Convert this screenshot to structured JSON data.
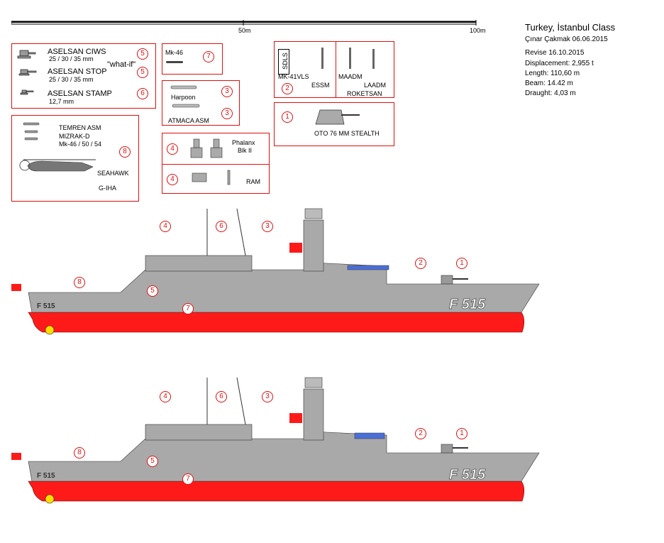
{
  "scale": {
    "mid_label": "50m",
    "end_label": "100m"
  },
  "info": {
    "title": "Turkey, İstanbul Class",
    "author": "Çınar Çakmak 06.06.2015",
    "revise": "Revise 16.10.2015",
    "displacement": "Displacement: 2,955 t",
    "length": "Length: 110,60 m",
    "beam": "Beam: 14.42 m",
    "draught": "Draught: 4,03 m"
  },
  "legend": {
    "guns": {
      "aselsan_ciws": "ASELSAN CIWS",
      "ciws_cal": "25 / 30 / 35 mm",
      "aselsan_stop": "ASELSAN STOP",
      "stop_cal": "25 / 30 / 35 mm",
      "aselsan_stamp": "ASELSAN STAMP",
      "stamp_cal": "12,7 mm",
      "whatif": "\"what-if\"",
      "n_ciws": "5",
      "n_stop": "5",
      "n_stamp": "6"
    },
    "mk46": {
      "label": "Mk-46",
      "num": "7"
    },
    "ssm": {
      "harpoon": "Harpoon",
      "atmaca": "ATMACA ASM",
      "n1": "3",
      "n2": "3"
    },
    "vls": {
      "sdls": "SDLS",
      "mk41": "MK-41VLS",
      "essm": "ESSM",
      "maadm": "MAADM",
      "laadm": "LAADM",
      "roketsan": "ROKETSAN",
      "num": "2"
    },
    "gun76": {
      "label": "OTO 76 MM STEALTH",
      "num": "1"
    },
    "heli": {
      "temren": "TEMREN ASM",
      "mizrak": "MIZRAK-D",
      "mk46": "Mk-46 / 50 / 54",
      "seahawk": "SEAHAWK",
      "giha": "G-IHA",
      "num": "8"
    },
    "phalanx": {
      "label1": "Phalanx",
      "label2": "Blk II",
      "num": "4"
    },
    "ram": {
      "label": "RAM",
      "num": "4"
    }
  },
  "ships": [
    {
      "hull_number": "F 515",
      "bow_number": "F 515",
      "markers": [
        "4",
        "6",
        "3",
        "8",
        "5",
        "7",
        "2",
        "1"
      ]
    },
    {
      "hull_number": "F 515",
      "bow_number": "F 515",
      "markers": [
        "4",
        "6",
        "3",
        "8",
        "5",
        "7",
        "2",
        "1"
      ]
    }
  ],
  "colors": {
    "hull": "#a9a9a9",
    "bottom": "#ff1a1a",
    "box_border": "#e01010",
    "deck": "#c8c8c8"
  }
}
